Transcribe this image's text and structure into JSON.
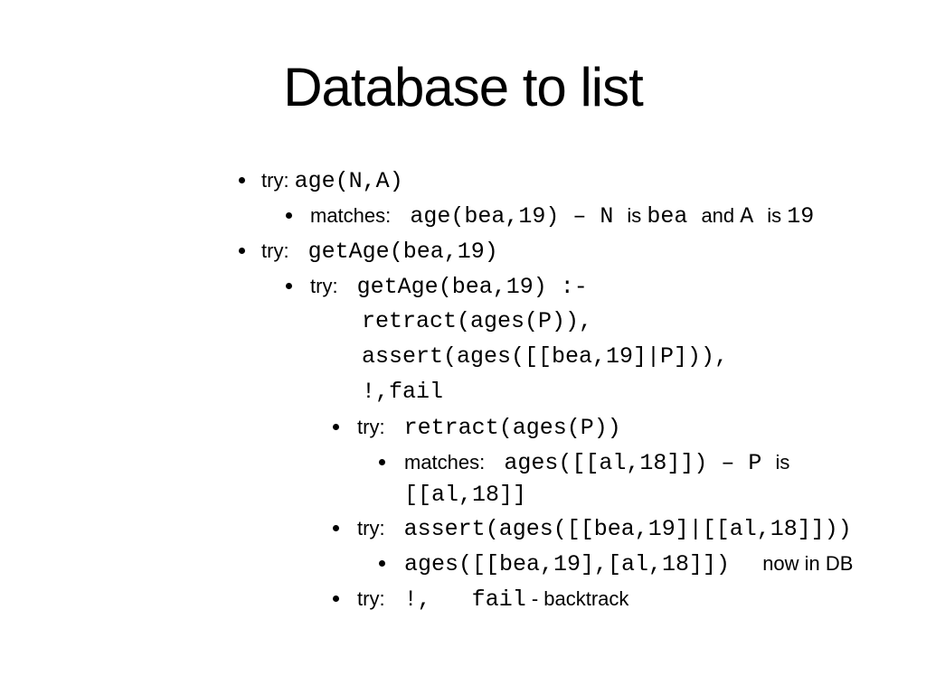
{
  "slide": {
    "title": "Database to list",
    "colors": {
      "text": "#000000",
      "background": "#ffffff"
    },
    "lines": [
      {
        "level": "1",
        "bullet": true,
        "segments": [
          {
            "f": "sans",
            "t": "try: "
          },
          {
            "f": "mono",
            "t": "age(N,A)"
          }
        ]
      },
      {
        "level": "2",
        "bullet": true,
        "segments": [
          {
            "f": "sans",
            "t": "matches: "
          },
          {
            "f": "mono",
            "t": " age(bea,19) – N "
          },
          {
            "f": "sans",
            "t": "is "
          },
          {
            "f": "mono",
            "t": "bea "
          },
          {
            "f": "sans",
            "t": "and "
          },
          {
            "f": "mono",
            "t": "A "
          },
          {
            "f": "sans",
            "t": "is "
          },
          {
            "f": "mono",
            "t": "19"
          }
        ]
      },
      {
        "level": "1",
        "bullet": true,
        "segments": [
          {
            "f": "sans",
            "t": "try: "
          },
          {
            "f": "mono",
            "t": " getAge(bea,19)"
          }
        ]
      },
      {
        "level": "2",
        "bullet": true,
        "segments": [
          {
            "f": "sans",
            "t": "try: "
          },
          {
            "f": "mono",
            "t": " getAge(bea,19) :-"
          }
        ]
      },
      {
        "level": "c3",
        "bullet": false,
        "segments": [
          {
            "f": "mono",
            "t": "retract(ages(P)),"
          }
        ]
      },
      {
        "level": "c3",
        "bullet": false,
        "segments": [
          {
            "f": "mono",
            "t": "assert(ages([[bea,19]|P])),"
          }
        ]
      },
      {
        "level": "c3",
        "bullet": false,
        "segments": [
          {
            "f": "mono",
            "t": "!,fail"
          }
        ]
      },
      {
        "level": "3",
        "bullet": true,
        "segments": [
          {
            "f": "sans",
            "t": "try: "
          },
          {
            "f": "mono",
            "t": " retract(ages(P))"
          }
        ]
      },
      {
        "level": "4",
        "bullet": true,
        "segments": [
          {
            "f": "sans",
            "t": "matches: "
          },
          {
            "f": "mono",
            "t": " ages([[al,18]]) – P "
          },
          {
            "f": "sans",
            "t": "is"
          }
        ]
      },
      {
        "level": "c4",
        "bullet": false,
        "wrap": true,
        "segments": [
          {
            "f": "mono",
            "t": "[[al,18]]"
          }
        ]
      },
      {
        "level": "3",
        "bullet": true,
        "segments": [
          {
            "f": "sans",
            "t": "try: "
          },
          {
            "f": "mono",
            "t": " assert(ages([[bea,19]|[[al,18]]))"
          }
        ]
      },
      {
        "level": "4",
        "bullet": true,
        "segments": [
          {
            "f": "mono",
            "t": "ages([[bea,19],[al,18]])  "
          },
          {
            "f": "sans",
            "t": " now in DB"
          }
        ]
      },
      {
        "level": "3",
        "bullet": true,
        "segments": [
          {
            "f": "sans",
            "t": "try: "
          },
          {
            "f": "mono",
            "t": " !,   fail"
          },
          {
            "f": "sans",
            "t": " - backtrack"
          }
        ]
      }
    ]
  }
}
